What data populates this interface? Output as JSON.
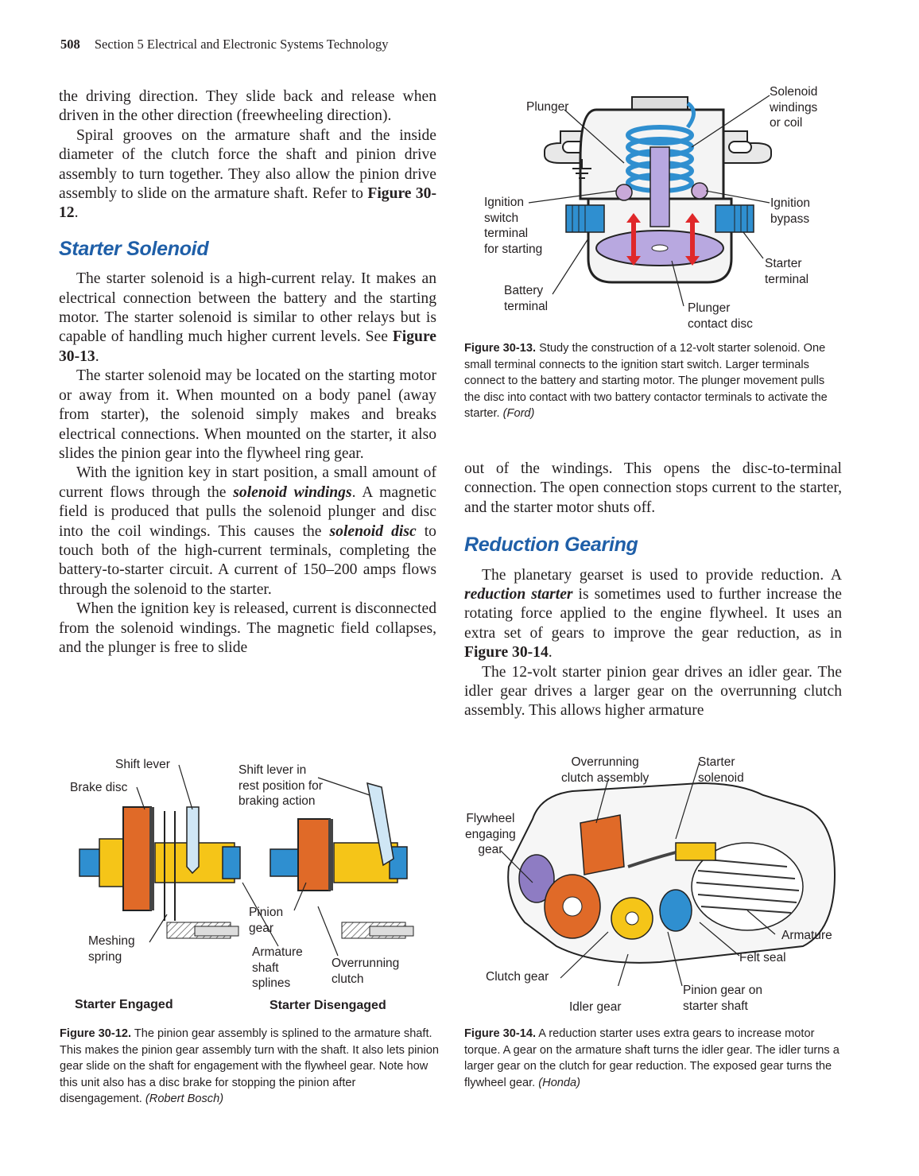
{
  "header": {
    "page_number": "508",
    "section": "Section 5   Electrical and Electronic Systems Technology"
  },
  "left_column": {
    "p1": "the driving direction. They slide back and release when driven in the other direction (freewheeling direction).",
    "p2_a": "Spiral grooves on the armature shaft and the inside diameter of the clutch force the shaft and pinion drive assembly to turn together. They also allow the pinion drive assembly to slide on the armature shaft. Refer to ",
    "p2_ref": "Figure 30-12",
    "p2_b": ".",
    "heading": "Starter Solenoid",
    "p3_a": "The starter solenoid is a high-current relay. It makes an electrical connection between the battery and the starting motor. The starter solenoid is similar to other relays but is capable of handling much higher current levels. See ",
    "p3_ref": "Figure 30-13",
    "p3_b": ".",
    "p4": "The starter solenoid may be located on the starting motor or away from it. When mounted on a body panel (away from starter), the solenoid simply makes and breaks electrical connections. When mounted on the starter, it also slides the pinion gear into the flywheel ring gear.",
    "p5_a": "With the ignition key in start position, a small amount of current flows through the ",
    "p5_term1": "solenoid windings",
    "p5_b": ". A magnetic field is produced that pulls the solenoid plunger and disc into the coil windings. This causes the ",
    "p5_term2": "solenoid disc",
    "p5_c": " to touch both of the high-current terminals, completing the battery-to-starter circuit. A current of 150–200 amps flows through the solenoid to the starter.",
    "p6": "When the ignition key is released, current is disconnected from the solenoid windings. The magnetic field collapses, and the plunger is free to slide"
  },
  "right_column": {
    "p1": "out of the windings. This opens the disc-to-terminal connection. The open connection stops current to the starter, and the starter motor shuts off.",
    "heading": "Reduction Gearing",
    "p2_a": "The planetary gearset is used to provide reduction. A ",
    "p2_term": "reduction starter",
    "p2_b": " is sometimes used to further increase the rotating force applied to the engine flywheel. It uses an extra set of gears to improve the gear reduction, as in ",
    "p2_ref": "Figure 30-14",
    "p2_c": ".",
    "p3": "The 12-volt starter pinion gear drives an idler gear. The idler gear drives a larger gear on the overrunning clutch assembly. This allows higher armature"
  },
  "figure_30_13": {
    "labels": {
      "plunger": "Plunger",
      "windings_1": "Solenoid",
      "windings_2": "windings",
      "windings_3": "or coil",
      "ign_1": "Ignition",
      "ign_2": "switch",
      "ign_3": "terminal",
      "ign_4": "for starting",
      "bypass_1": "Ignition",
      "bypass_2": "bypass",
      "starter_1": "Starter",
      "starter_2": "terminal",
      "battery_1": "Battery",
      "battery_2": "terminal",
      "disc_1": "Plunger",
      "disc_2": "contact disc"
    },
    "caption_num": "Figure 30-13.",
    "caption_text": " Study the construction of a 12-volt starter solenoid. One small terminal connects to the ignition start switch. Larger terminals connect to the battery and starting motor. The plunger movement pulls the disc into contact with two battery contactor terminals to activate the starter. ",
    "caption_credit": "(Ford)"
  },
  "figure_30_12": {
    "labels": {
      "shift_lever": "Shift lever",
      "brake_disc": "Brake disc",
      "rest_1": "Shift lever in",
      "rest_2": "rest position for",
      "rest_3": "braking action",
      "pinion_1": "Pinion",
      "pinion_2": "gear",
      "meshing_1": "Meshing",
      "meshing_2": "spring",
      "arm_1": "Armature",
      "arm_2": "shaft",
      "arm_3": "splines",
      "over_1": "Overrunning",
      "over_2": "clutch"
    },
    "subheads": {
      "engaged": "Starter Engaged",
      "disengaged": "Starter Disengaged"
    },
    "caption_num": "Figure 30-12.",
    "caption_text": " The pinion gear assembly is splined to the armature shaft. This makes the pinion gear assembly turn with the shaft. It also lets pinion gear slide on the shaft for engagement with the flywheel gear. Note how this unit also has a disc brake for stopping the pinion after disengagement. ",
    "caption_credit": "(Robert Bosch)"
  },
  "figure_30_14": {
    "labels": {
      "oc_1": "Overrunning",
      "oc_2": "clutch assembly",
      "ss_1": "Starter",
      "ss_2": "solenoid",
      "fw_1": "Flywheel",
      "fw_2": "engaging",
      "fw_3": "gear",
      "armature": "Armature",
      "felt": "Felt seal",
      "clutch_gear": "Clutch gear",
      "pinion_1": "Pinion gear on",
      "pinion_2": "starter shaft",
      "idler": "Idler gear"
    },
    "caption_num": "Figure 30-14.",
    "caption_text": " A reduction starter uses extra gears to increase motor torque. A gear on the armature shaft turns the idler gear. The idler turns a larger gear on the clutch for gear reduction. The exposed gear turns the flywheel gear. ",
    "caption_credit": "(Honda)"
  },
  "colors": {
    "heading_blue": "#1f5fa8",
    "coil_blue": "#2f8fd0",
    "plunger_purple": "#b8a8e0",
    "arrow_red": "#e0282a",
    "brake_orange": "#e06a28",
    "clutch_yellow": "#f5c518"
  }
}
